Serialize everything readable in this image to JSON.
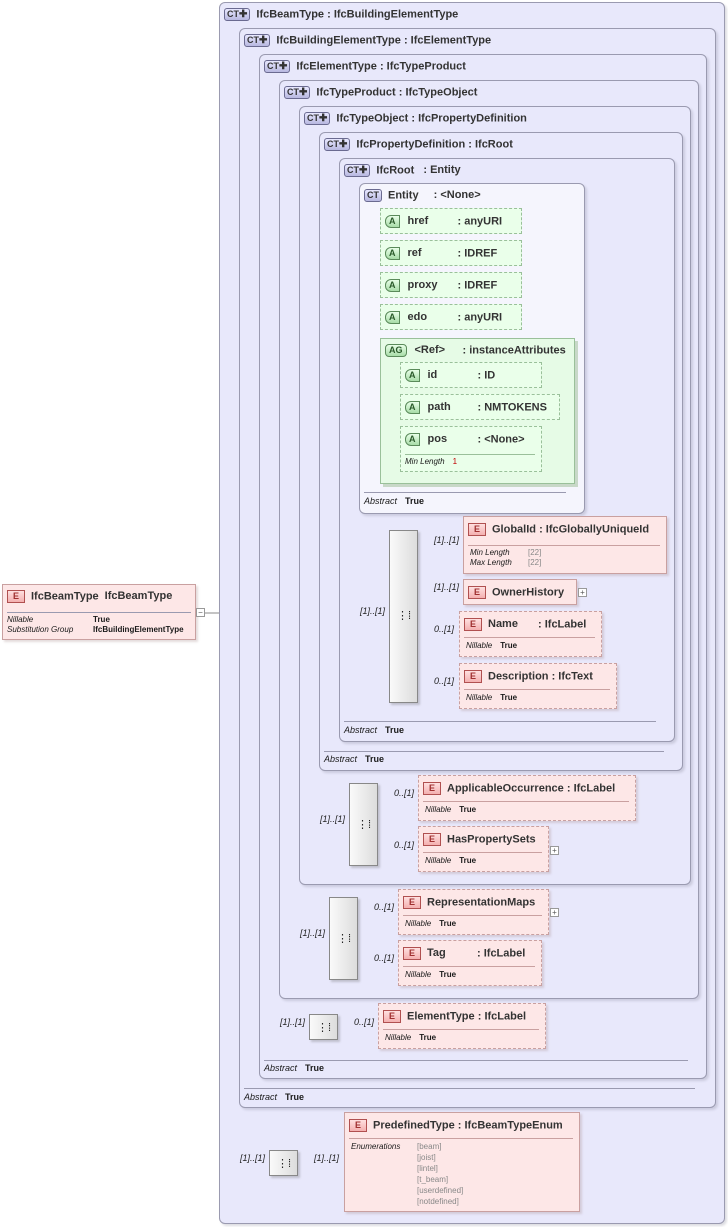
{
  "root_element": {
    "name": "IfcBeamType",
    "type": "IfcBeamType",
    "nillable_label": "Nillable",
    "nillable_value": "True",
    "subst_label": "Substitution Group",
    "subst_value": "IfcBuildingElementType",
    "collapse_symbol": "−"
  },
  "ct_badge": "CT",
  "e_badge": "E",
  "a_badge": "A",
  "ag_badge": "AG",
  "abstract_label": "Abstract",
  "abstract_value": "True",
  "nillable_label": "Nillable",
  "true_value": "True",
  "expand_symbol": "+",
  "complex_types": {
    "beam_type": {
      "name": "IfcBeamType",
      "base": ": IfcBuildingElementType"
    },
    "building_element_type": {
      "name": "IfcBuildingElementType",
      "base": ": IfcElementType"
    },
    "element_type": {
      "name": "IfcElementType",
      "base": ": IfcTypeProduct"
    },
    "type_product": {
      "name": "IfcTypeProduct",
      "base": ": IfcTypeObject"
    },
    "type_object": {
      "name": "IfcTypeObject",
      "base": ": IfcPropertyDefinition"
    },
    "property_definition": {
      "name": "IfcPropertyDefinition",
      "base": ": IfcRoot"
    },
    "root": {
      "name": "IfcRoot",
      "base": ": Entity"
    },
    "entity": {
      "name": "Entity",
      "base": ": <None>"
    }
  },
  "attributes": [
    {
      "name": "href",
      "type": ": anyURI"
    },
    {
      "name": "ref",
      "type": ": IDREF"
    },
    {
      "name": "proxy",
      "type": ": IDREF"
    },
    {
      "name": "edo",
      "type": ": anyURI"
    }
  ],
  "attribute_group": {
    "name": "<Ref>",
    "type": ": instanceAttributes",
    "attributes": [
      {
        "name": "id",
        "type": ": ID"
      },
      {
        "name": "path",
        "type": ": NMTOKENS"
      },
      {
        "name": "pos",
        "type": ": <None>",
        "min_length_label": "Min Length",
        "min_length_value": "1"
      }
    ]
  },
  "elements": {
    "global_id": {
      "name": "GlobalId",
      "type": ": IfcGloballyUniqueId",
      "min_label": "Min Length",
      "min_value": "[22]",
      "max_label": "Max Length",
      "max_value": "[22]",
      "card": "[1]..[1]"
    },
    "owner_history": {
      "name": "OwnerHistory",
      "card": "[1]..[1]"
    },
    "name": {
      "name": "Name",
      "type": ": IfcLabel",
      "card": "0..[1]"
    },
    "description": {
      "name": "Description",
      "type": ": IfcText",
      "card": "0..[1]"
    },
    "applicable_occurrence": {
      "name": "ApplicableOccurrence",
      "type": ": IfcLabel",
      "card": "0..[1]"
    },
    "has_property_sets": {
      "name": "HasPropertySets",
      "card": "0..[1]"
    },
    "representation_maps": {
      "name": "RepresentationMaps",
      "card": "0..[1]"
    },
    "tag": {
      "name": "Tag",
      "type": ": IfcLabel",
      "card": "0..[1]"
    },
    "element_type": {
      "name": "ElementType",
      "type": ": IfcLabel",
      "card": "0..[1]"
    },
    "predefined_type": {
      "name": "PredefinedType",
      "type": ": IfcBeamTypeEnum",
      "card": "[1]..[1]",
      "enum_label": "Enumerations",
      "enums": [
        "[beam]",
        "[joist]",
        "[lintel]",
        "[t_beam]",
        "[userdefined]",
        "[notdefined]"
      ]
    }
  },
  "sequence_cards": {
    "root_seq": "[1]..[1]",
    "type_object_seq": "[1]..[1]",
    "type_product_seq": "[1]..[1]",
    "element_type_seq": "[1]..[1]",
    "beam_type_seq": "[1]..[1]"
  }
}
